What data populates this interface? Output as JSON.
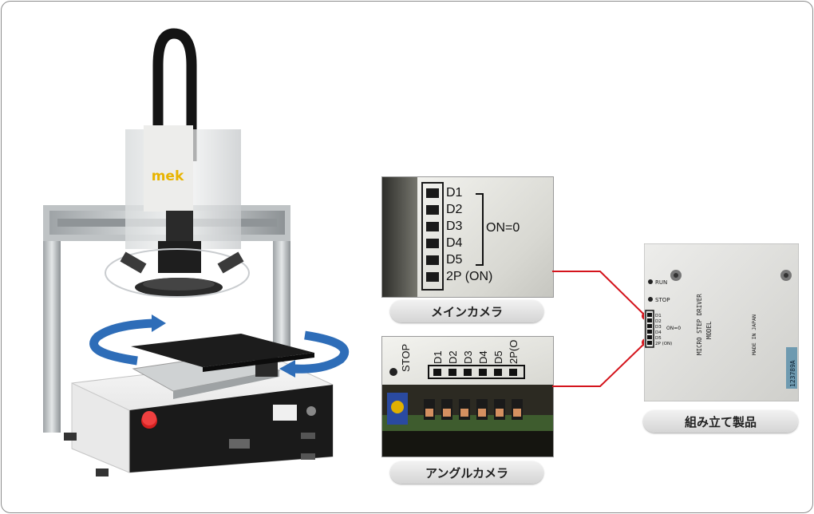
{
  "brand": "mek",
  "main_camera": {
    "switches": [
      "D1",
      "D2",
      "D3",
      "D4",
      "D5",
      "2P (ON)"
    ],
    "on_label": "ON=0",
    "caption": "メインカメラ"
  },
  "angle_camera": {
    "stop_label": "STOP",
    "header_labels": [
      "D1",
      "D2",
      "D3",
      "D4",
      "D5",
      "2P(O"
    ],
    "caption": "アングルカメラ"
  },
  "product": {
    "caption": "組み立て製品",
    "run_label": "RUN",
    "stop_label": "STOP",
    "on_label": "ON=0",
    "switches": [
      "D1",
      "D2",
      "D3",
      "D4",
      "D5",
      "2P (ON)"
    ],
    "model_lines": [
      "MICRO STEP DRIVER",
      "MODEL"
    ],
    "made_in": "MADE IN JAPAN",
    "serial": "123789A"
  },
  "colors": {
    "connector_line": "#d4141c",
    "rotation_arrow": "#2e6db8",
    "brand_yellow": "#e8b400"
  }
}
